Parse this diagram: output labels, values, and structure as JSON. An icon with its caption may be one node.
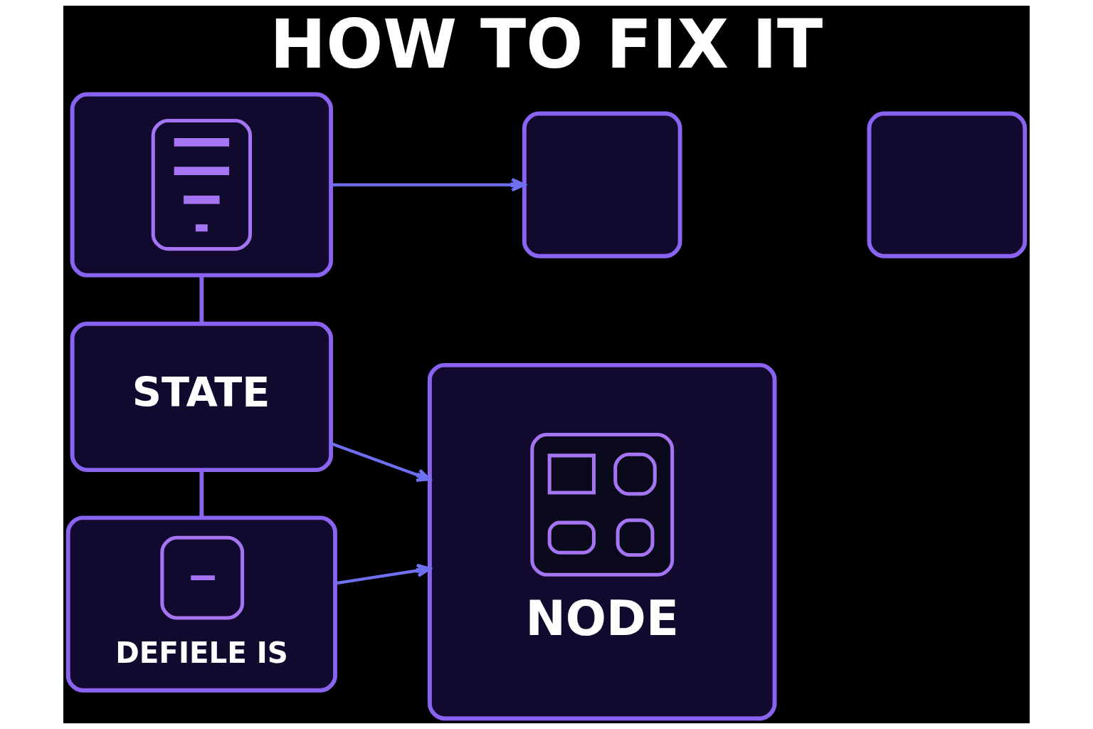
{
  "diagram": {
    "title": "HOW TO FIX IT",
    "nodes": [
      {
        "text": [],
        "shape": "box"
      },
      {
        "text": [],
        "shape": "box"
      },
      {
        "text": [],
        "shape": "box"
      },
      {
        "text": [
          "STATE"
        ]
      },
      {
        "text": [
          "DEFIELE IS"
        ]
      },
      {
        "text": [
          "NODE"
        ]
      }
    ],
    "edges": [
      {
        "from": 0,
        "to": 1,
        "arrow": "to"
      },
      {
        "from": 0,
        "to": 3,
        "arrow": "none"
      },
      {
        "from": 3,
        "to": 4,
        "arrow": "none"
      },
      {
        "from": 3,
        "to": 5,
        "arrow": "to"
      },
      {
        "from": 4,
        "to": 5,
        "arrow": "to"
      }
    ]
  }
}
